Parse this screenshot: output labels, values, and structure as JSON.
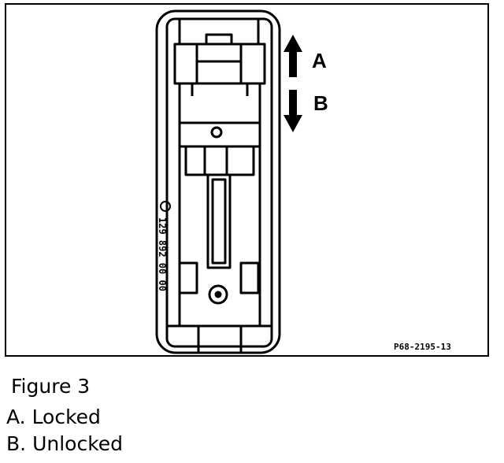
{
  "figure": {
    "reference_code": "P68-2195-13",
    "part_number": "129 892 00 00",
    "arrow_labels": {
      "up": "A",
      "down": "B"
    }
  },
  "caption": {
    "title": "Figure 3",
    "legend": [
      {
        "key": "A.",
        "text": "Locked"
      },
      {
        "key": "B.",
        "text": "Unlocked"
      }
    ]
  }
}
